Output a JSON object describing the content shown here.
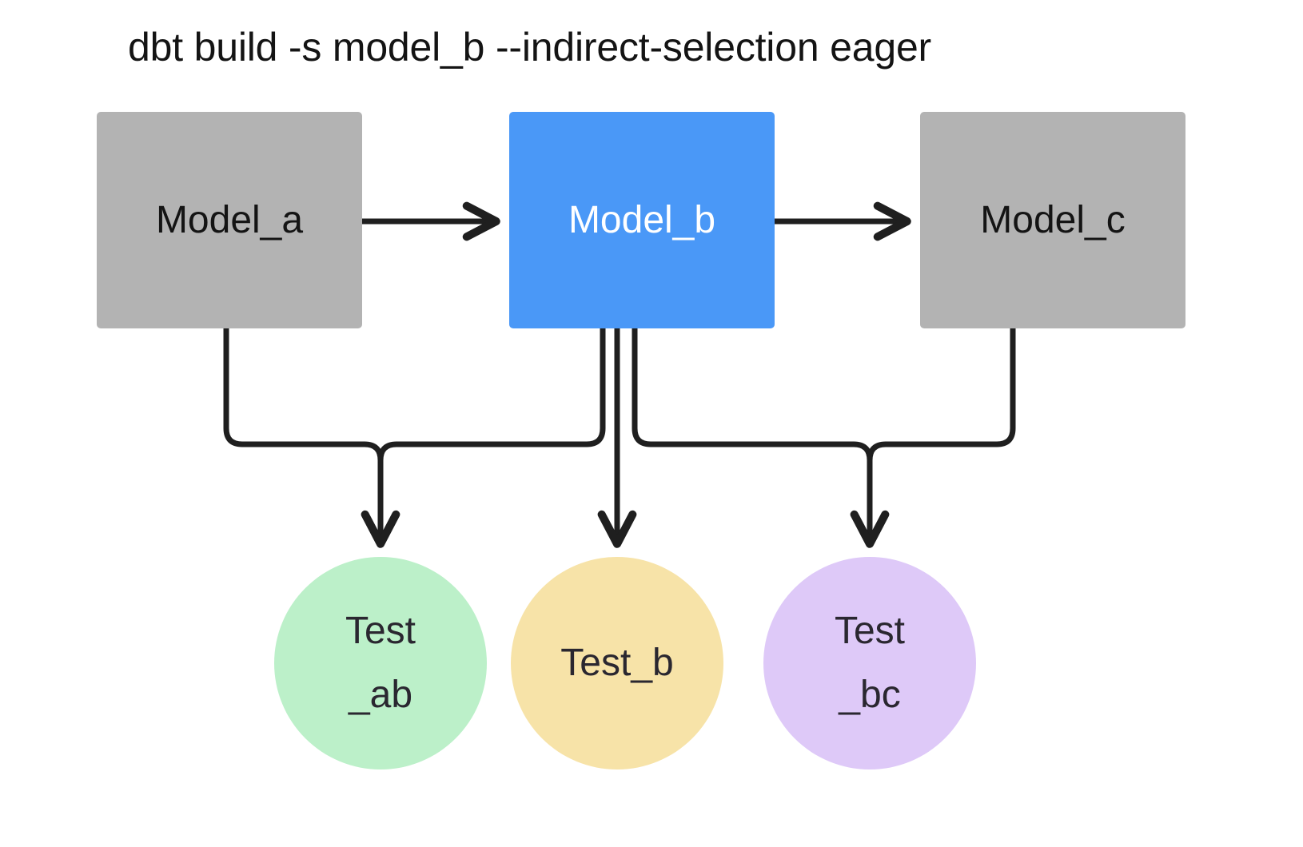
{
  "title": "dbt build -s model_b --indirect-selection eager",
  "diagram": {
    "type": "dag",
    "background": "#ffffff",
    "edge_color": "#1f1f1f",
    "nodes": [
      {
        "id": "model_a",
        "label": "Model_a",
        "shape": "rectangle",
        "fill": "#b3b3b3",
        "text_color": "#141414",
        "selected": false
      },
      {
        "id": "model_b",
        "label": "Model_b",
        "shape": "rectangle",
        "fill": "#4a98f7",
        "text_color": "#ffffff",
        "selected": true
      },
      {
        "id": "model_c",
        "label": "Model_c",
        "shape": "rectangle",
        "fill": "#b3b3b3",
        "text_color": "#141414",
        "selected": false
      },
      {
        "id": "test_ab",
        "label_line1": "Test",
        "label_line2": "_ab",
        "shape": "circle",
        "fill": "#bcf0c9",
        "text_color": "#2a2730"
      },
      {
        "id": "test_b",
        "label_line1": "Test_b",
        "label_line2": "",
        "shape": "circle",
        "fill": "#f7e3a8",
        "text_color": "#2a2730"
      },
      {
        "id": "test_bc",
        "label_line1": "Test",
        "label_line2": "_bc",
        "shape": "circle",
        "fill": "#dec9f8",
        "text_color": "#2a2730"
      }
    ],
    "edges": [
      {
        "from": "model_a",
        "to": "model_b",
        "style": "arrow"
      },
      {
        "from": "model_b",
        "to": "model_c",
        "style": "arrow"
      },
      {
        "from": "model_a",
        "to": "test_ab",
        "style": "arrow"
      },
      {
        "from": "model_b",
        "to": "test_ab",
        "style": "arrow"
      },
      {
        "from": "model_b",
        "to": "test_b",
        "style": "arrow"
      },
      {
        "from": "model_b",
        "to": "test_bc",
        "style": "arrow"
      },
      {
        "from": "model_c",
        "to": "test_bc",
        "style": "arrow"
      }
    ]
  }
}
